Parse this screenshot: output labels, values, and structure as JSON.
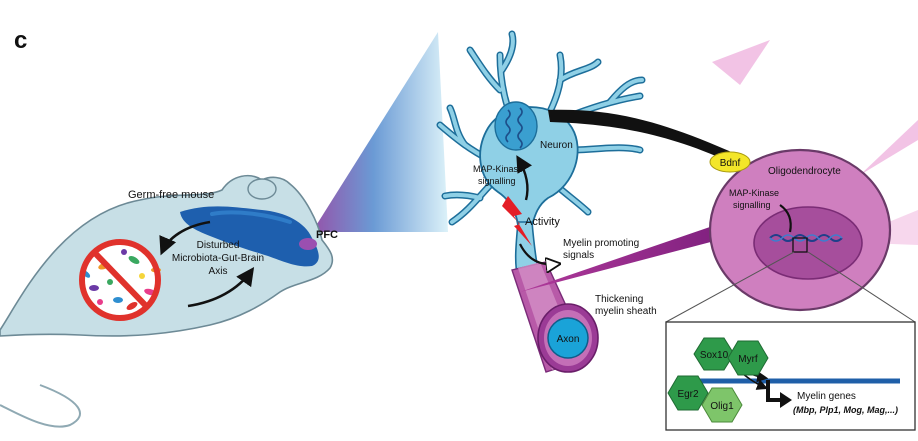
{
  "panel_label": "c",
  "labels": {
    "germ_free_mouse": "Germ-free mouse",
    "pfc": "PFC",
    "disturbed_line1": "Disturbed",
    "disturbed_line2": "Microbiota-Gut-Brain",
    "disturbed_line3": "Axis",
    "neuron": "Neuron",
    "mapk_neuron_line1": "MAP-Kinase",
    "mapk_neuron_line2": "signalling",
    "activity": "Activity",
    "myelin_promoting_line1": "Myelin promoting",
    "myelin_promoting_line2": "signals",
    "thickening_line1": "Thickening",
    "thickening_line2": "myelin sheath",
    "axon": "Axon",
    "bdnf": "Bdnf",
    "oligodendrocyte": "Oligodendrocyte",
    "mapk_oligo_line1": "MAP-Kinase",
    "mapk_oligo_line2": "signalling"
  },
  "inset": {
    "factors": [
      "Sox10",
      "Myrf",
      "Egr2",
      "Olig1"
    ],
    "genes_title": "Myelin genes",
    "genes_list": "(Mbp, Plp1, Mog, Mag,...)"
  },
  "colors": {
    "mouse_body": "#c7dfe6",
    "brain": "#1e5fae",
    "neuron": "#8fd0e6",
    "neuron_outline": "#1d6e9a",
    "nucleus": "#3a9fd0",
    "activity_bolt": "#e41e26",
    "myelin_purple": "#9b2a8e",
    "oligodendrocyte": "#cf7fbf",
    "oligo_nucleus": "#a64e9c",
    "bdnf": "#f3e629",
    "gene_line": "#1f5fa8",
    "hex_dark": "#2e9a4a",
    "hex_light": "#7ec56a",
    "no_sign": "#e0322c"
  }
}
